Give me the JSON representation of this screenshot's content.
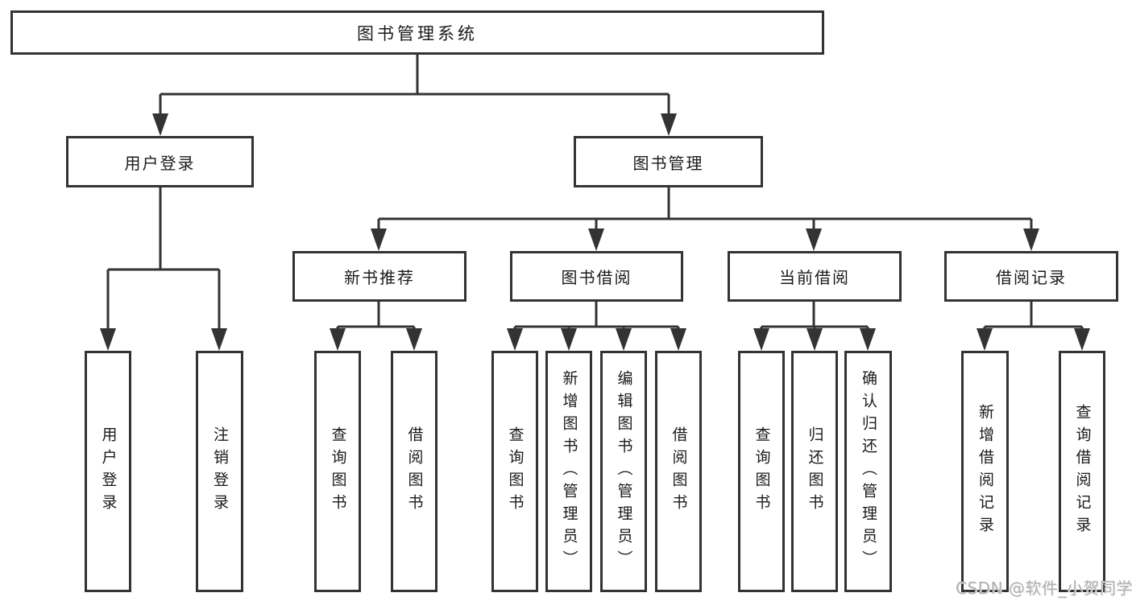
{
  "watermark": "CSDN @软件_小贺同学",
  "colors": {
    "line": "#333333",
    "text": "#1a1a1a",
    "background": "#ffffff",
    "watermark": "#b0b0b0"
  },
  "tree": {
    "label": "图书管理系统",
    "children": [
      {
        "label": "用户登录",
        "children": [
          {
            "label": "用户登录"
          },
          {
            "label": "注销登录"
          }
        ]
      },
      {
        "label": "图书管理",
        "children": [
          {
            "label": "新书推荐",
            "children": [
              {
                "label": "查询图书"
              },
              {
                "label": "借阅图书"
              }
            ]
          },
          {
            "label": "图书借阅",
            "children": [
              {
                "label": "查询图书"
              },
              {
                "label": "新增图书（管理员）"
              },
              {
                "label": "编辑图书（管理员）"
              },
              {
                "label": "借阅图书"
              }
            ]
          },
          {
            "label": "当前借阅",
            "children": [
              {
                "label": "查询图书"
              },
              {
                "label": "归还图书"
              },
              {
                "label": "确认归还（管理员）"
              }
            ]
          },
          {
            "label": "借阅记录",
            "children": [
              {
                "label": "新增借阅记录"
              },
              {
                "label": "查询借阅记录"
              }
            ]
          }
        ]
      }
    ]
  }
}
